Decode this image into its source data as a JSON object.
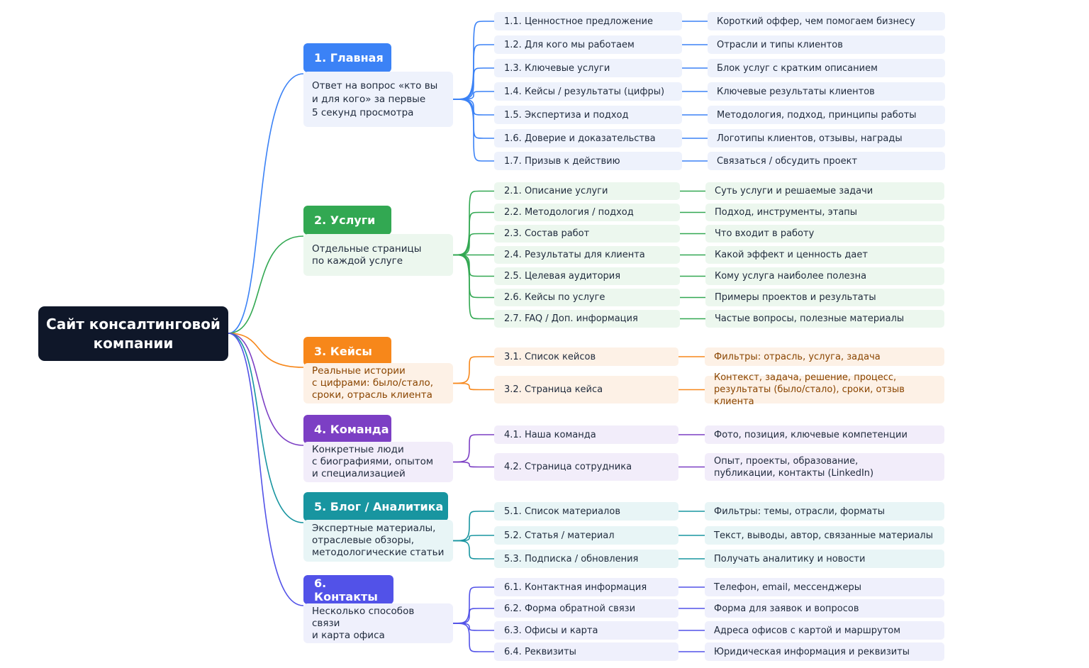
{
  "root": {
    "title": "Сайт консалтинговой\nкомпании"
  },
  "sections": [
    {
      "title": "1. Главная",
      "desc": "Ответ на вопрос «кто вы\nи для кого» за первые\n5 секунд просмотра",
      "color": "#3b82f6",
      "light": "#eef2fc",
      "desc_color": "#1f2a3c",
      "items": [
        {
          "label": "1.1. Ценностное предложение",
          "note": "Короткий оффер, чем помогаем бизнесу"
        },
        {
          "label": "1.2. Для кого мы работаем",
          "note": "Отрасли и типы клиентов"
        },
        {
          "label": "1.3. Ключевые услуги",
          "note": "Блок услуг с кратким описанием"
        },
        {
          "label": "1.4. Кейсы / результаты (цифры)",
          "note": "Ключевые результаты клиентов"
        },
        {
          "label": "1.5. Экспертиза и подход",
          "note": "Методология, подход, принципы работы"
        },
        {
          "label": "1.6. Доверие и доказательства",
          "note": "Логотипы клиентов, отзывы, награды"
        },
        {
          "label": "1.7. Призыв к действию",
          "note": "Связаться / обсудить проект"
        }
      ]
    },
    {
      "title": "2. Услуги",
      "desc": "Отдельные страницы\nпо каждой услуге",
      "color": "#32a852",
      "light": "#ecf7ee",
      "desc_color": "#1f2a3c",
      "items": [
        {
          "label": "2.1. Описание услуги",
          "note": "Суть услуги и решаемые задачи"
        },
        {
          "label": "2.2. Методология / подход",
          "note": "Подход, инструменты, этапы"
        },
        {
          "label": "2.3. Состав работ",
          "note": "Что входит в работу"
        },
        {
          "label": "2.4. Результаты для клиента",
          "note": "Какой эффект и ценность дает"
        },
        {
          "label": "2.5. Целевая аудитория",
          "note": "Кому услуга наиболее полезна"
        },
        {
          "label": "2.6. Кейсы по услуге",
          "note": "Примеры проектов и результаты"
        },
        {
          "label": "2.7. FAQ / Доп. информация",
          "note": "Частые вопросы, полезные материалы"
        }
      ]
    },
    {
      "title": "3. Кейсы",
      "desc": "Реальные истории\nс цифрами: было/стало,\nсроки, отрасль клиента",
      "color": "#f7871a",
      "light": "#fdf1e6",
      "desc_color": "#8a4500",
      "items": [
        {
          "label": "3.1. Список кейсов",
          "note": "Фильтры: отрасль, услуга, задача"
        },
        {
          "label": "3.2. Страница кейса",
          "note": "Контекст, задача, решение, процесс,\nрезультаты (было/стало), сроки, отзыв клиента"
        }
      ]
    },
    {
      "title": "4. Команда",
      "desc": "Конкретные люди\nс биографиями, опытом\nи специализацией",
      "color": "#7c3fc4",
      "light": "#f2edfa",
      "desc_color": "#1f2a3c",
      "items": [
        {
          "label": "4.1. Наша команда",
          "note": "Фото, позиция, ключевые компетенции"
        },
        {
          "label": "4.2. Страница сотрудника",
          "note": "Опыт, проекты, образование,\nпубликации, контакты (LinkedIn)"
        }
      ]
    },
    {
      "title": "5. Блог / Аналитика",
      "desc": "Экспертные материалы,\nотраслевые обзоры,\nметодологические статьи",
      "color": "#1895a0",
      "light": "#e8f5f6",
      "desc_color": "#1f2a3c",
      "items": [
        {
          "label": "5.1. Список материалов",
          "note": "Фильтры: темы, отрасли, форматы"
        },
        {
          "label": "5.2. Статья / материал",
          "note": "Текст, выводы, автор, связанные материалы"
        },
        {
          "label": "5.3. Подписка / обновления",
          "note": "Получать аналитику и новости"
        }
      ]
    },
    {
      "title": "6. Контакты",
      "desc": "Несколько способов связи\nи карта офиса",
      "color": "#5252e8",
      "light": "#eff0fc",
      "desc_color": "#1f2a3c",
      "items": [
        {
          "label": "6.1. Контактная информация",
          "note": "Телефон, email, мессенджеры"
        },
        {
          "label": "6.2. Форма обратной связи",
          "note": "Форма для заявок и вопросов"
        },
        {
          "label": "6.3. Офисы и карта",
          "note": "Адреса офисов с картой и маршрутом"
        },
        {
          "label": "6.4. Реквизиты",
          "note": "Юридическая информация и реквизиты"
        }
      ]
    }
  ]
}
